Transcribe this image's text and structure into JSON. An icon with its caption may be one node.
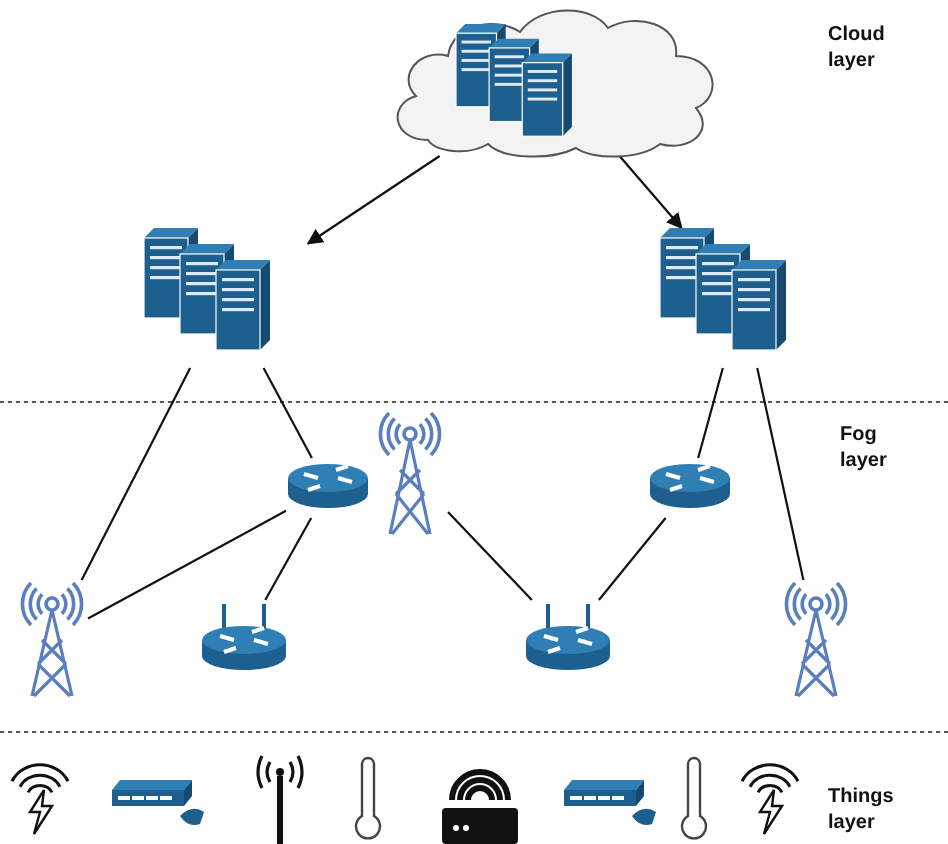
{
  "diagram": {
    "nodes": [
      {
        "text": [],
        "shape": "cloud"
      },
      {
        "text": [],
        "shape": "server"
      },
      {
        "text": [],
        "shape": "server"
      },
      {
        "text": [],
        "shape": "tower"
      },
      {
        "text": [],
        "shape": "router"
      },
      {
        "text": [],
        "shape": "tower"
      },
      {
        "text": [],
        "shape": "router"
      },
      {
        "text": [],
        "shape": "router"
      },
      {
        "text": [],
        "shape": "router"
      },
      {
        "text": [],
        "shape": "tower"
      }
    ],
    "edges": [
      {
        "from": 0,
        "to": 1,
        "arrow": "to"
      },
      {
        "from": 0,
        "to": 2,
        "arrow": "to"
      },
      {
        "from": 1,
        "to": 3,
        "arrow": "none"
      },
      {
        "from": 1,
        "to": 4,
        "arrow": "none"
      },
      {
        "from": 2,
        "to": 6,
        "arrow": "none"
      },
      {
        "from": 2,
        "to": 9,
        "arrow": "none"
      },
      {
        "from": 4,
        "to": 3,
        "arrow": "none"
      },
      {
        "from": 4,
        "to": 7,
        "arrow": "none"
      },
      {
        "from": 5,
        "to": 8,
        "arrow": "none"
      },
      {
        "from": 6,
        "to": 8,
        "arrow": "none"
      }
    ],
    "labels": [
      "Cloud layer",
      "Fog layer",
      "Things layer"
    ]
  }
}
